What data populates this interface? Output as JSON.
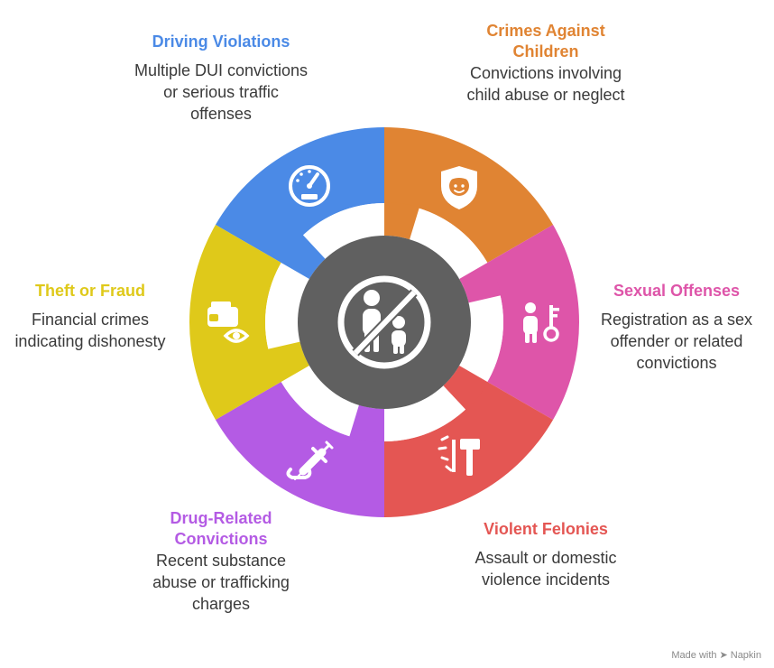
{
  "segments": [
    {
      "id": "driving",
      "title": "Driving Violations",
      "description": "Multiple DUI convictions or serious traffic offenses",
      "color": "#4b8ae6",
      "icon": "speedometer-icon"
    },
    {
      "id": "children",
      "title": "Crimes Against Children",
      "description": "Convictions involving child abuse or neglect",
      "color": "#e08433",
      "icon": "child-shield-icon"
    },
    {
      "id": "sexual",
      "title": "Sexual Offenses",
      "description": "Registration as a sex offender or related convictions",
      "color": "#de55a9",
      "icon": "person-key-icon"
    },
    {
      "id": "violent",
      "title": "Violent Felonies",
      "description": "Assault or domestic violence incidents",
      "color": "#e45653",
      "icon": "hammer-impact-icon"
    },
    {
      "id": "drug",
      "title": "Drug-Related Convictions",
      "description": "Recent substance abuse or trafficking charges",
      "color": "#b45be4",
      "icon": "syringe-icon"
    },
    {
      "id": "theft",
      "title": "Theft or Fraud",
      "description": "Financial crimes indicating dishonesty",
      "color": "#dfc91a",
      "icon": "wallet-eye-icon"
    }
  ],
  "center": {
    "color": "#606060",
    "icon": "no-children-icon"
  },
  "footer": {
    "prefix": "Made with",
    "brand": "Napkin"
  }
}
